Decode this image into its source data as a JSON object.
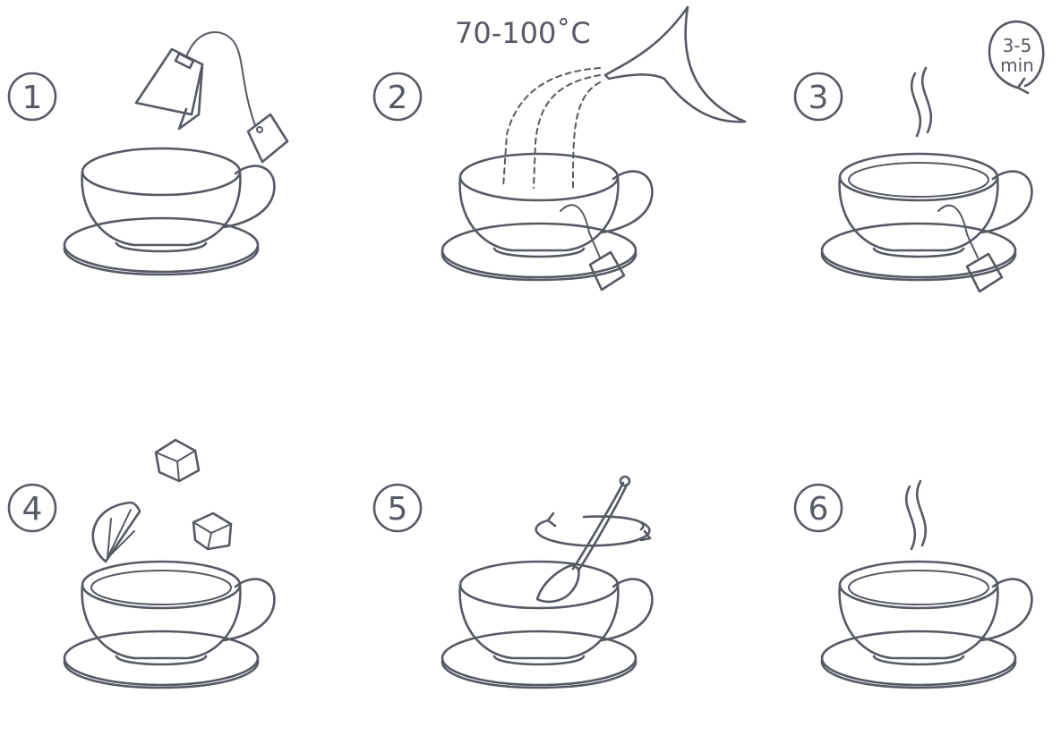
{
  "steps": [
    {
      "number": "1",
      "icon": "tea-bag-into-cup"
    },
    {
      "number": "2",
      "icon": "pour-hot-water",
      "label": "70-100˚C"
    },
    {
      "number": "3",
      "icon": "steeping-cup",
      "badge_line1": "3-5",
      "badge_line2": "min"
    },
    {
      "number": "4",
      "icon": "add-lemon-and-sugar"
    },
    {
      "number": "5",
      "icon": "stir-with-spoon"
    },
    {
      "number": "6",
      "icon": "ready-hot-tea"
    }
  ],
  "colors": {
    "stroke": "#555a63",
    "background": "#ffffff"
  }
}
